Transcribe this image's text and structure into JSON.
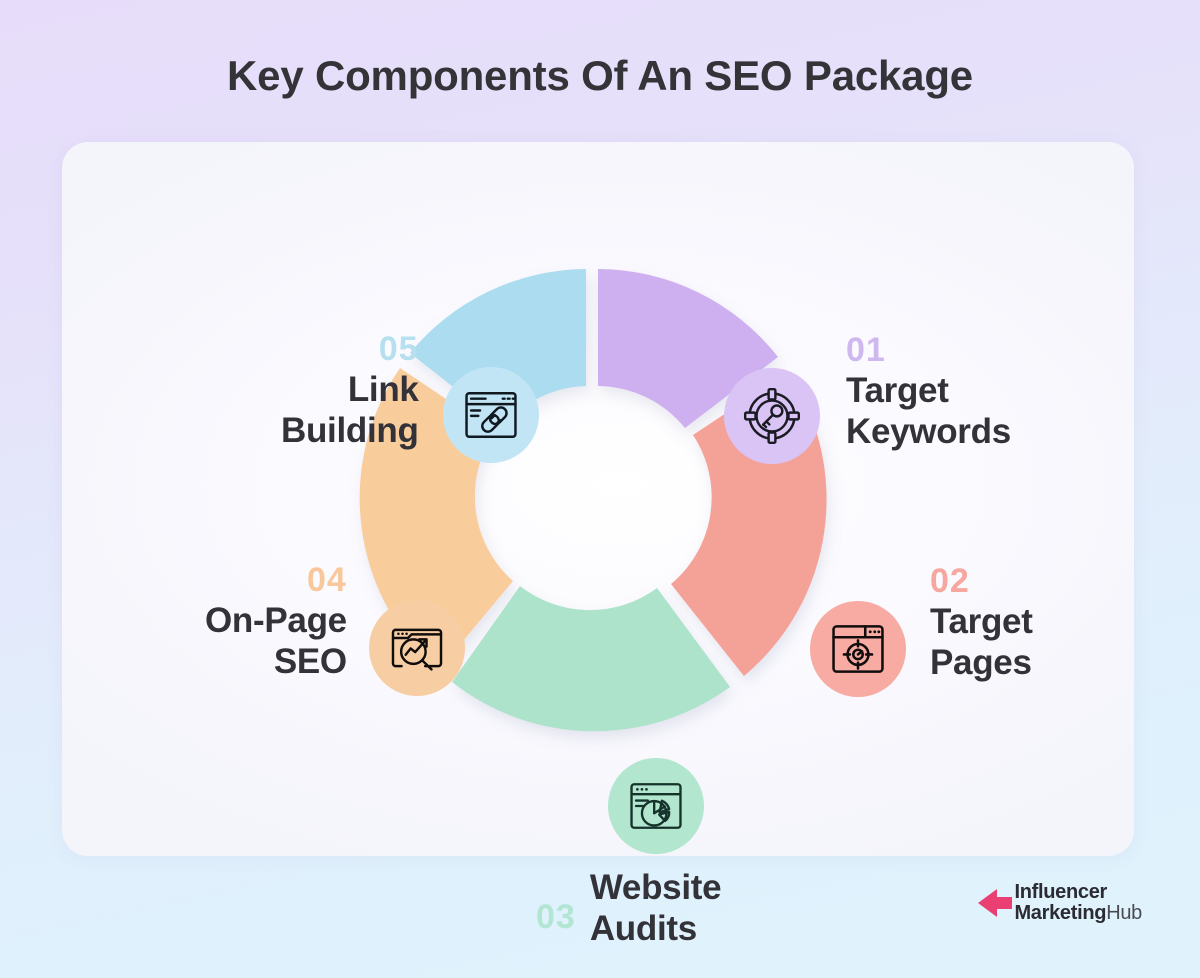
{
  "page": {
    "title": "Key Components Of An SEO Package",
    "bg_top_color": "#e7ddfa",
    "bg_bottom_color": "#e0f2fb",
    "card_color": "#f7f7fd"
  },
  "components": [
    {
      "number": "01",
      "label": "Target\nKeywords",
      "icon": "target-key-icon",
      "circle_color": "#d9c4f5",
      "arc_color": "#ceb0f0",
      "number_color": "#cfb8ef",
      "position": "top-right"
    },
    {
      "number": "02",
      "label": "Target\nPages",
      "icon": "browser-target-icon",
      "circle_color": "#f7aba3",
      "arc_color": "#f4a197",
      "number_color": "#f6a79f",
      "position": "right"
    },
    {
      "number": "03",
      "label": "Website\nAudits",
      "icon": "browser-pie-chart-icon",
      "circle_color": "#b2e6cf",
      "arc_color": "#ade3cb",
      "number_color": "#b2e5d2",
      "position": "bottom"
    },
    {
      "number": "04",
      "label": "On-Page\nSEO",
      "icon": "browser-search-trend-icon",
      "circle_color": "#f7ceа4",
      "arc_color": "#f9cd9b",
      "number_color": "#f8c89c",
      "position": "left"
    },
    {
      "number": "05",
      "label": "Link\nBuilding",
      "icon": "browser-chain-link-icon",
      "circle_color": "#c2e5f5",
      "arc_color": "#abdcf0",
      "number_color": "#b6dff0",
      "position": "top-left"
    }
  ],
  "logo": {
    "line1": "Influencer",
    "line2_bold": "Marketing",
    "line2_thin": "Hub",
    "arrow_color": "#ea3f72"
  }
}
